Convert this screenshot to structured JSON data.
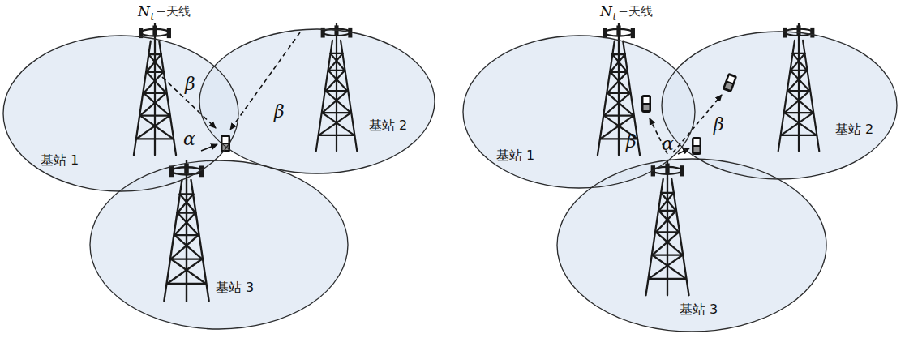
{
  "diagram": {
    "nodes": [
      {
        "text": [
          "基站 1"
        ]
      },
      {
        "text": [
          "基站 2"
        ]
      },
      {
        "text": [
          "基站 3"
        ]
      },
      {
        "text": [
          "基站 1"
        ]
      },
      {
        "text": [
          "基站 2"
        ]
      },
      {
        "text": [
          "基站 3"
        ]
      }
    ],
    "labels": [
      "N",
      "t",
      "−天线",
      "β",
      "β",
      "α",
      "N",
      "t",
      "−天线",
      "β",
      "β",
      "α"
    ]
  }
}
